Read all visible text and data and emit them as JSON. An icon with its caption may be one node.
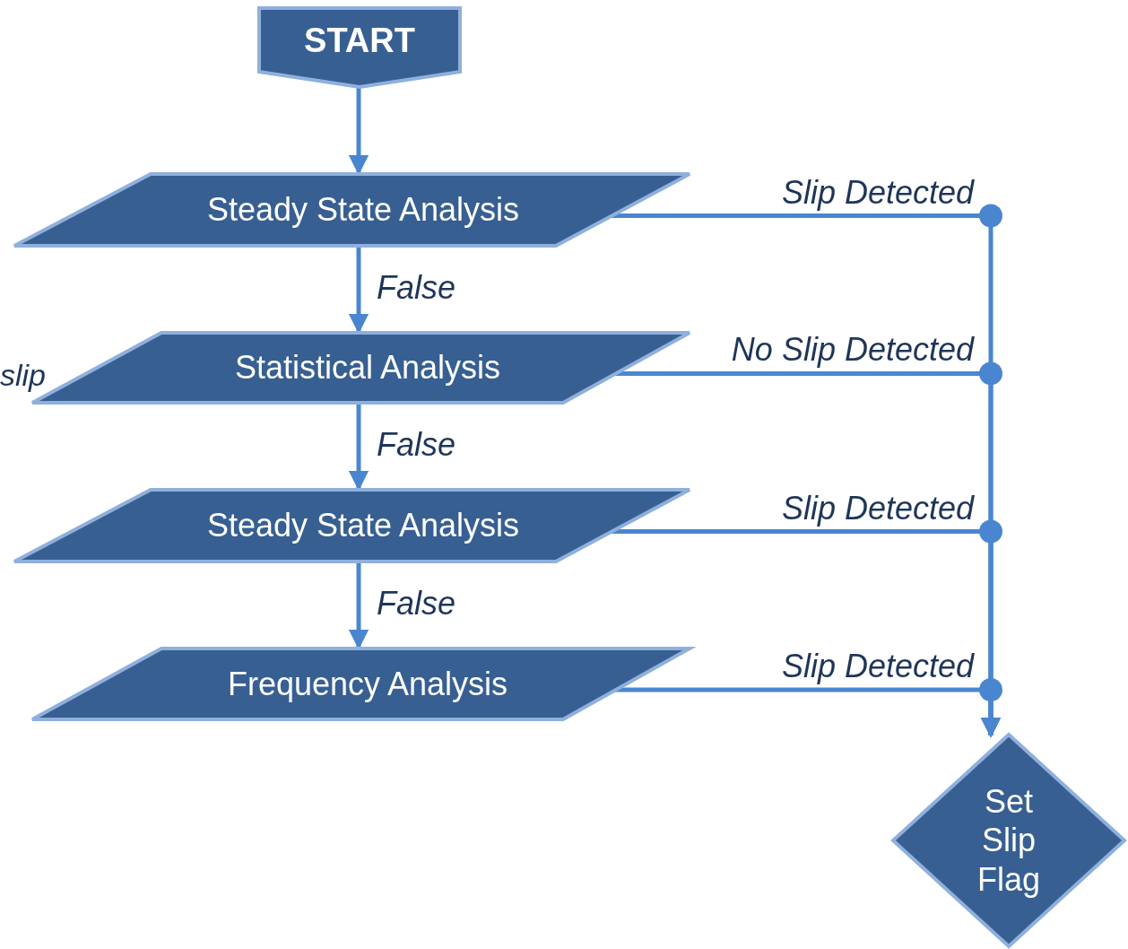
{
  "diagram": {
    "nodes": [
      {
        "text": [
          "START"
        ]
      },
      {
        "text": [
          "Steady State Analysis"
        ]
      },
      {
        "text": [
          "Statistical Analysis"
        ]
      },
      {
        "text": [
          "Steady State Analysis"
        ]
      },
      {
        "text": [
          "Frequency Analysis"
        ]
      },
      {
        "text": [
          "Set Slip Flag"
        ]
      }
    ],
    "edges": [
      {
        "from": 0,
        "to": 1,
        "arrow": "to"
      },
      {
        "from": 1,
        "to": 2,
        "arrow": "to",
        "label": "False"
      },
      {
        "from": 2,
        "to": 3,
        "arrow": "to",
        "label": "False"
      },
      {
        "from": 3,
        "to": 4,
        "arrow": "to",
        "label": "False"
      },
      {
        "from": 1,
        "to": 5,
        "arrow": "to",
        "label": "Slip Detected"
      },
      {
        "from": 2,
        "to": 5,
        "arrow": "to",
        "label": "No Slip Detected"
      },
      {
        "from": 3,
        "to": 5,
        "arrow": "to",
        "label": "Slip Detected"
      },
      {
        "from": 4,
        "to": 5,
        "arrow": "to",
        "label": "Slip Detected"
      }
    ],
    "labels": [
      "slip"
    ]
  }
}
